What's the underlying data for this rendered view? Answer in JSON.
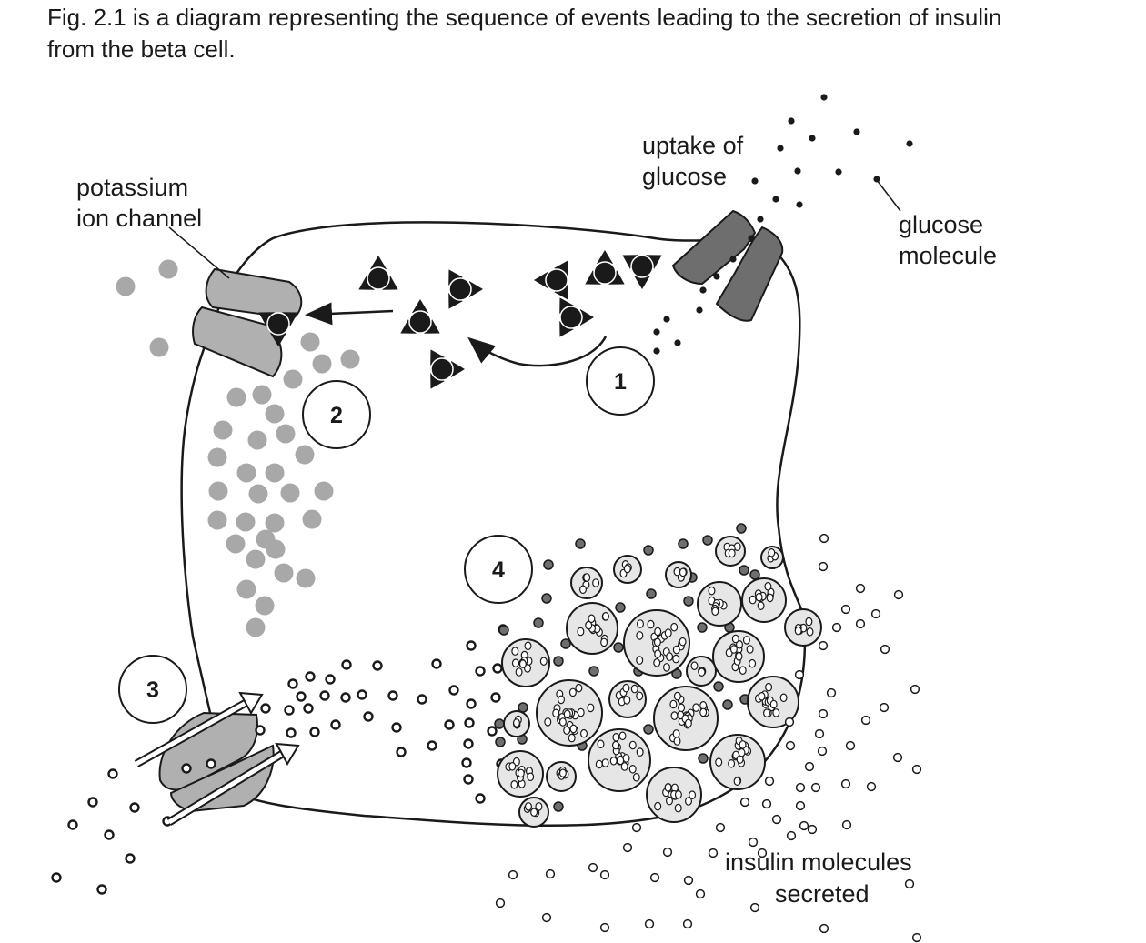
{
  "caption": {
    "line1": "Fig. 2.1 is a diagram representing the sequence of events leading to the secretion of insulin",
    "line2": "from the beta cell."
  },
  "labels": {
    "potassium_line1": "potassium",
    "potassium_line2": "ion channel",
    "uptake_line1": "uptake of",
    "uptake_line2": "glucose",
    "glucose_line1": "glucose",
    "glucose_line2": "molecule",
    "insulin_line1": "insulin molecules",
    "insulin_line2": "secreted"
  },
  "steps": [
    "1",
    "2",
    "3",
    "4"
  ],
  "colors": {
    "membrane": "#1a1a1a",
    "potassium_ion": "#a8a8a8",
    "channel_grey": "#b0b0b0",
    "transporter_dark": "#6e6e6e",
    "vesicle_fill": "#e6e6e6"
  }
}
